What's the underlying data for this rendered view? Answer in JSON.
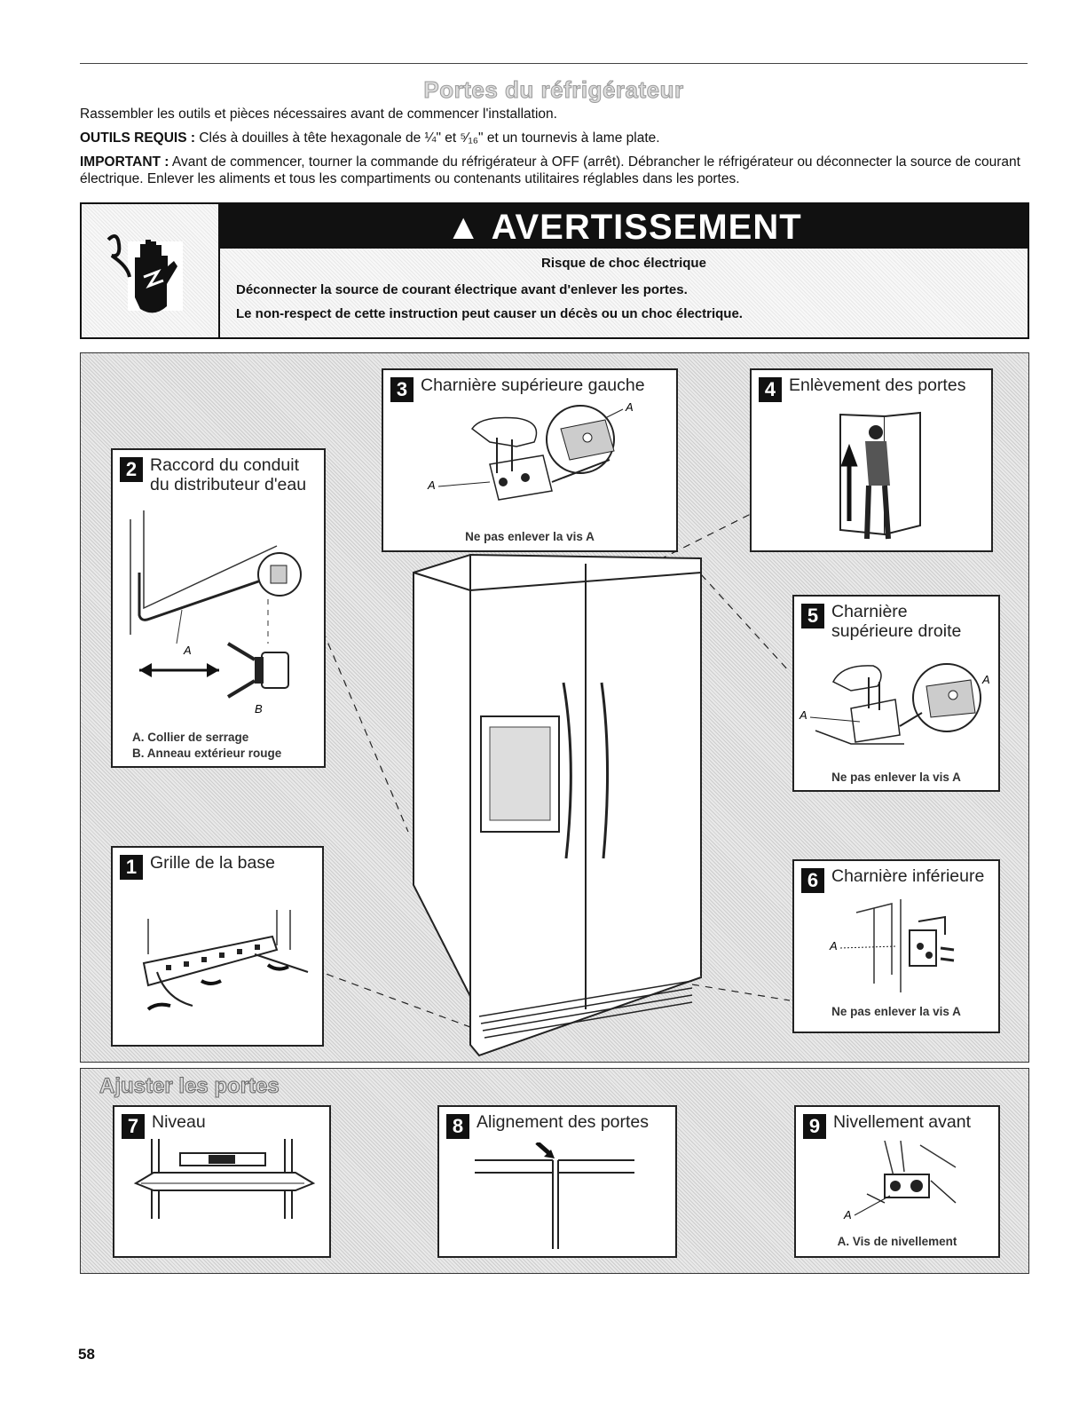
{
  "page": {
    "title": "Portes du réfrigérateur",
    "intro": "Rassembler les outils et pièces nécessaires avant de commencer l'installation.",
    "tools_label": "OUTILS REQUIS :",
    "tools_text": " Clés à douilles à tête hexagonale de ¼\" et ⁵⁄₁₆\" et un tournevis à lame plate.",
    "important_label": "IMPORTANT :",
    "important_text": " Avant de commencer, tourner la commande du réfrigérateur à OFF (arrêt). Débrancher le réfrigérateur ou déconnecter la source de courant électrique. Enlever les aliments et tous les compartiments ou contenants utilitaires réglables dans les portes.",
    "page_number": "58"
  },
  "warning": {
    "heading": "AVERTISSEMENT",
    "subheading": "Risque de choc électrique",
    "line1": "Déconnecter la source de courant électrique avant d'enlever les portes.",
    "line2": "Le non-respect de cette instruction peut causer un décès ou un choc électrique.",
    "icon": "electric-shock-hand-icon"
  },
  "steps": {
    "s1": {
      "num": "1",
      "title": "Grille de la base"
    },
    "s2": {
      "num": "2",
      "title": "Raccord du conduit du distributeur d'eau",
      "label_a": "A",
      "label_b": "B",
      "legend_a": "A. Collier de serrage",
      "legend_b": "B. Anneau extérieur rouge"
    },
    "s3": {
      "num": "3",
      "title": "Charnière supérieure gauche",
      "label": "A",
      "caption": "Ne pas enlever la vis A"
    },
    "s4": {
      "num": "4",
      "title": "Enlèvement des portes"
    },
    "s5": {
      "num": "5",
      "title": "Charnière supérieure droite",
      "label": "A",
      "caption": "Ne pas enlever la vis A"
    },
    "s6": {
      "num": "6",
      "title": "Charnière inférieure",
      "label": "A",
      "caption": "Ne pas enlever la vis A"
    },
    "s7": {
      "num": "7",
      "title": "Niveau"
    },
    "s8": {
      "num": "8",
      "title": "Alignement des portes"
    },
    "s9": {
      "num": "9",
      "title": "Nivellement avant",
      "label": "A",
      "caption": "A. Vis de nivellement"
    }
  },
  "adjust": {
    "title": "Ajuster les portes"
  }
}
